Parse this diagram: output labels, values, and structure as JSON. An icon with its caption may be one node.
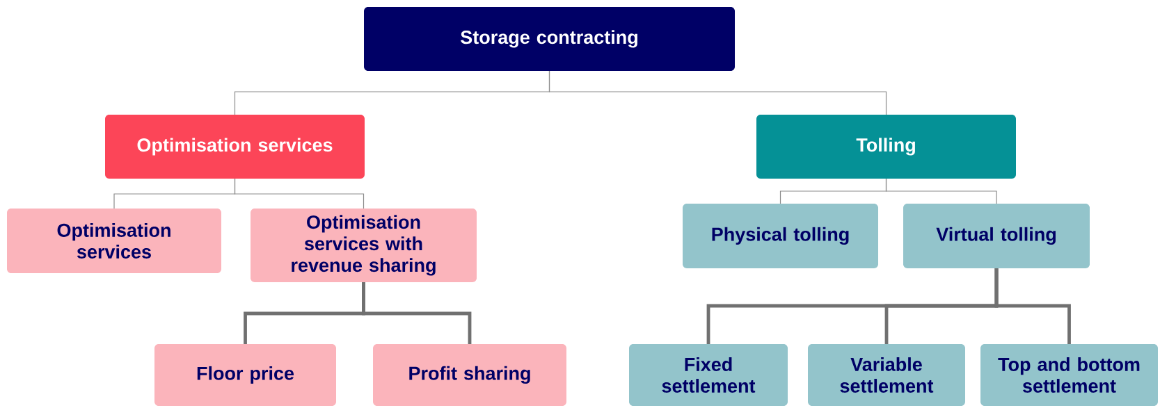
{
  "diagram": {
    "nodes": [
      {
        "text": [
          "Storage contracting"
        ]
      },
      {
        "text": [
          "Optimisation services"
        ]
      },
      {
        "text": [
          "Tolling"
        ]
      },
      {
        "text": [
          "Optimisation services"
        ]
      },
      {
        "text": [
          "Optimisation services with revenue sharing"
        ]
      },
      {
        "text": [
          "Physical tolling"
        ]
      },
      {
        "text": [
          "Virtual tolling"
        ]
      },
      {
        "text": [
          "Floor price"
        ]
      },
      {
        "text": [
          "Profit sharing"
        ]
      },
      {
        "text": [
          "Fixed settlement"
        ]
      },
      {
        "text": [
          "Variable settlement"
        ]
      },
      {
        "text": [
          "Top and bottom settlement"
        ]
      }
    ],
    "edges": [
      {
        "from": 0,
        "to": 1,
        "arrow": "none"
      },
      {
        "from": 0,
        "to": 2,
        "arrow": "none"
      },
      {
        "from": 1,
        "to": 3,
        "arrow": "none"
      },
      {
        "from": 1,
        "to": 4,
        "arrow": "none"
      },
      {
        "from": 4,
        "to": 7,
        "arrow": "none",
        "style": "thick"
      },
      {
        "from": 4,
        "to": 8,
        "arrow": "none",
        "style": "thick"
      },
      {
        "from": 2,
        "to": 5,
        "arrow": "none"
      },
      {
        "from": 2,
        "to": 6,
        "arrow": "none"
      },
      {
        "from": 6,
        "to": 9,
        "arrow": "none",
        "style": "thick"
      },
      {
        "from": 6,
        "to": 10,
        "arrow": "none",
        "style": "thick"
      },
      {
        "from": 6,
        "to": 11,
        "arrow": "none",
        "style": "thick"
      }
    ]
  }
}
